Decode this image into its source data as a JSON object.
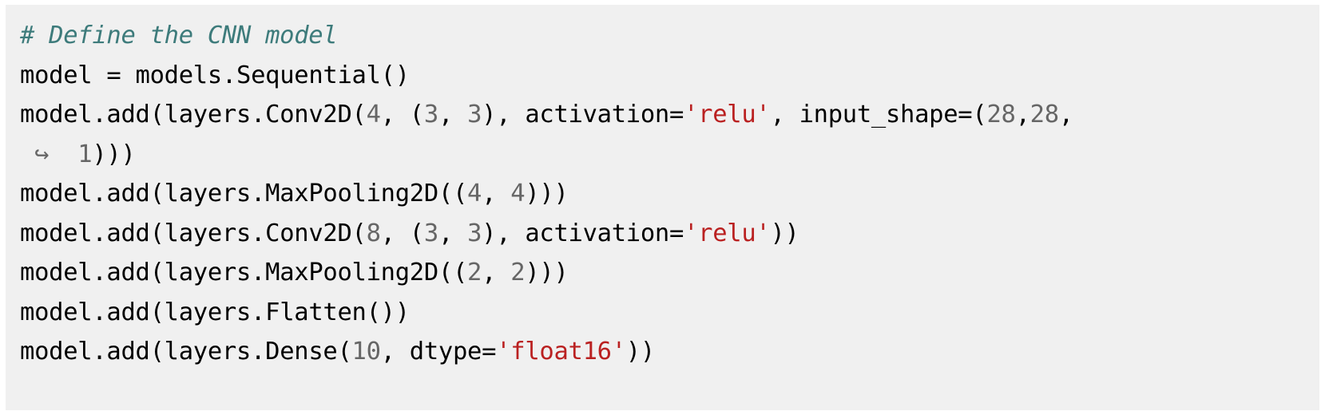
{
  "block": {
    "kind": "code-listing",
    "language": "python",
    "background_color": "#f0f0f0",
    "page_background_color": "#ffffff"
  },
  "colors": {
    "comment": "#3d7b7b",
    "string": "#ba2121",
    "number": "#666666",
    "text": "#000000",
    "continuation": "#666666"
  },
  "code": {
    "lines": [
      {
        "id": "line-1",
        "tokens": [
          {
            "t": "# Define the CNN model",
            "c": "tok-c"
          }
        ]
      },
      {
        "id": "line-2",
        "tokens": [
          {
            "t": "model ",
            "c": "tok-n"
          },
          {
            "t": "=",
            "c": "op-eq"
          },
          {
            "t": " models",
            "c": "tok-n"
          },
          {
            "t": ".",
            "c": "tok-p"
          },
          {
            "t": "Sequential()",
            "c": "tok-n"
          }
        ]
      },
      {
        "id": "line-3",
        "tokens": [
          {
            "t": "model",
            "c": "tok-n"
          },
          {
            "t": ".",
            "c": "tok-p"
          },
          {
            "t": "add(layers",
            "c": "tok-n"
          },
          {
            "t": ".",
            "c": "tok-p"
          },
          {
            "t": "Conv2D(",
            "c": "tok-n"
          },
          {
            "t": "4",
            "c": "tok-mi"
          },
          {
            "t": ", (",
            "c": "tok-p"
          },
          {
            "t": "3",
            "c": "tok-mi"
          },
          {
            "t": ", ",
            "c": "tok-p"
          },
          {
            "t": "3",
            "c": "tok-mi"
          },
          {
            "t": "), activation",
            "c": "tok-n"
          },
          {
            "t": "=",
            "c": "op-eq"
          },
          {
            "t": "'relu'",
            "c": "tok-s"
          },
          {
            "t": ", input_shape",
            "c": "tok-n"
          },
          {
            "t": "=",
            "c": "op-eq"
          },
          {
            "t": "(",
            "c": "tok-p"
          },
          {
            "t": "28",
            "c": "tok-mi"
          },
          {
            "t": ",",
            "c": "tok-p"
          },
          {
            "t": "28",
            "c": "tok-mi"
          },
          {
            "t": ",",
            "c": "tok-p"
          }
        ]
      },
      {
        "id": "line-4",
        "continuation": true,
        "tokens": [
          {
            "t": " ↪  ",
            "c": "tok-cont"
          },
          {
            "t": "1",
            "c": "tok-mi"
          },
          {
            "t": ")))",
            "c": "tok-p"
          }
        ]
      },
      {
        "id": "line-5",
        "tokens": [
          {
            "t": "model",
            "c": "tok-n"
          },
          {
            "t": ".",
            "c": "tok-p"
          },
          {
            "t": "add(layers",
            "c": "tok-n"
          },
          {
            "t": ".",
            "c": "tok-p"
          },
          {
            "t": "MaxPooling2D((",
            "c": "tok-n"
          },
          {
            "t": "4",
            "c": "tok-mi"
          },
          {
            "t": ", ",
            "c": "tok-p"
          },
          {
            "t": "4",
            "c": "tok-mi"
          },
          {
            "t": ")))",
            "c": "tok-p"
          }
        ]
      },
      {
        "id": "line-6",
        "tokens": [
          {
            "t": "model",
            "c": "tok-n"
          },
          {
            "t": ".",
            "c": "tok-p"
          },
          {
            "t": "add(layers",
            "c": "tok-n"
          },
          {
            "t": ".",
            "c": "tok-p"
          },
          {
            "t": "Conv2D(",
            "c": "tok-n"
          },
          {
            "t": "8",
            "c": "tok-mi"
          },
          {
            "t": ", (",
            "c": "tok-p"
          },
          {
            "t": "3",
            "c": "tok-mi"
          },
          {
            "t": ", ",
            "c": "tok-p"
          },
          {
            "t": "3",
            "c": "tok-mi"
          },
          {
            "t": "), activation",
            "c": "tok-n"
          },
          {
            "t": "=",
            "c": "op-eq"
          },
          {
            "t": "'relu'",
            "c": "tok-s"
          },
          {
            "t": "))",
            "c": "tok-p"
          }
        ]
      },
      {
        "id": "line-7",
        "tokens": [
          {
            "t": "model",
            "c": "tok-n"
          },
          {
            "t": ".",
            "c": "tok-p"
          },
          {
            "t": "add(layers",
            "c": "tok-n"
          },
          {
            "t": ".",
            "c": "tok-p"
          },
          {
            "t": "MaxPooling2D((",
            "c": "tok-n"
          },
          {
            "t": "2",
            "c": "tok-mi"
          },
          {
            "t": ", ",
            "c": "tok-p"
          },
          {
            "t": "2",
            "c": "tok-mi"
          },
          {
            "t": ")))",
            "c": "tok-p"
          }
        ]
      },
      {
        "id": "line-8",
        "tokens": [
          {
            "t": "model",
            "c": "tok-n"
          },
          {
            "t": ".",
            "c": "tok-p"
          },
          {
            "t": "add(layers",
            "c": "tok-n"
          },
          {
            "t": ".",
            "c": "tok-p"
          },
          {
            "t": "Flatten())",
            "c": "tok-n"
          }
        ]
      },
      {
        "id": "line-9",
        "tokens": [
          {
            "t": "model",
            "c": "tok-n"
          },
          {
            "t": ".",
            "c": "tok-p"
          },
          {
            "t": "add(layers",
            "c": "tok-n"
          },
          {
            "t": ".",
            "c": "tok-p"
          },
          {
            "t": "Dense(",
            "c": "tok-n"
          },
          {
            "t": "10",
            "c": "tok-mi"
          },
          {
            "t": ", dtype",
            "c": "tok-n"
          },
          {
            "t": "=",
            "c": "op-eq"
          },
          {
            "t": "'float16'",
            "c": "tok-s"
          },
          {
            "t": "))",
            "c": "tok-p"
          }
        ]
      }
    ],
    "plain_text": "# Define the CNN model\nmodel = models.Sequential()\nmodel.add(layers.Conv2D(4, (3, 3), activation='relu', input_shape=(28,28,\n ↪  1)))\nmodel.add(layers.MaxPooling2D((4, 4)))\nmodel.add(layers.Conv2D(8, (3, 3), activation='relu'))\nmodel.add(layers.MaxPooling2D((2, 2)))\nmodel.add(layers.Flatten())\nmodel.add(layers.Dense(10, dtype='float16'))"
  }
}
